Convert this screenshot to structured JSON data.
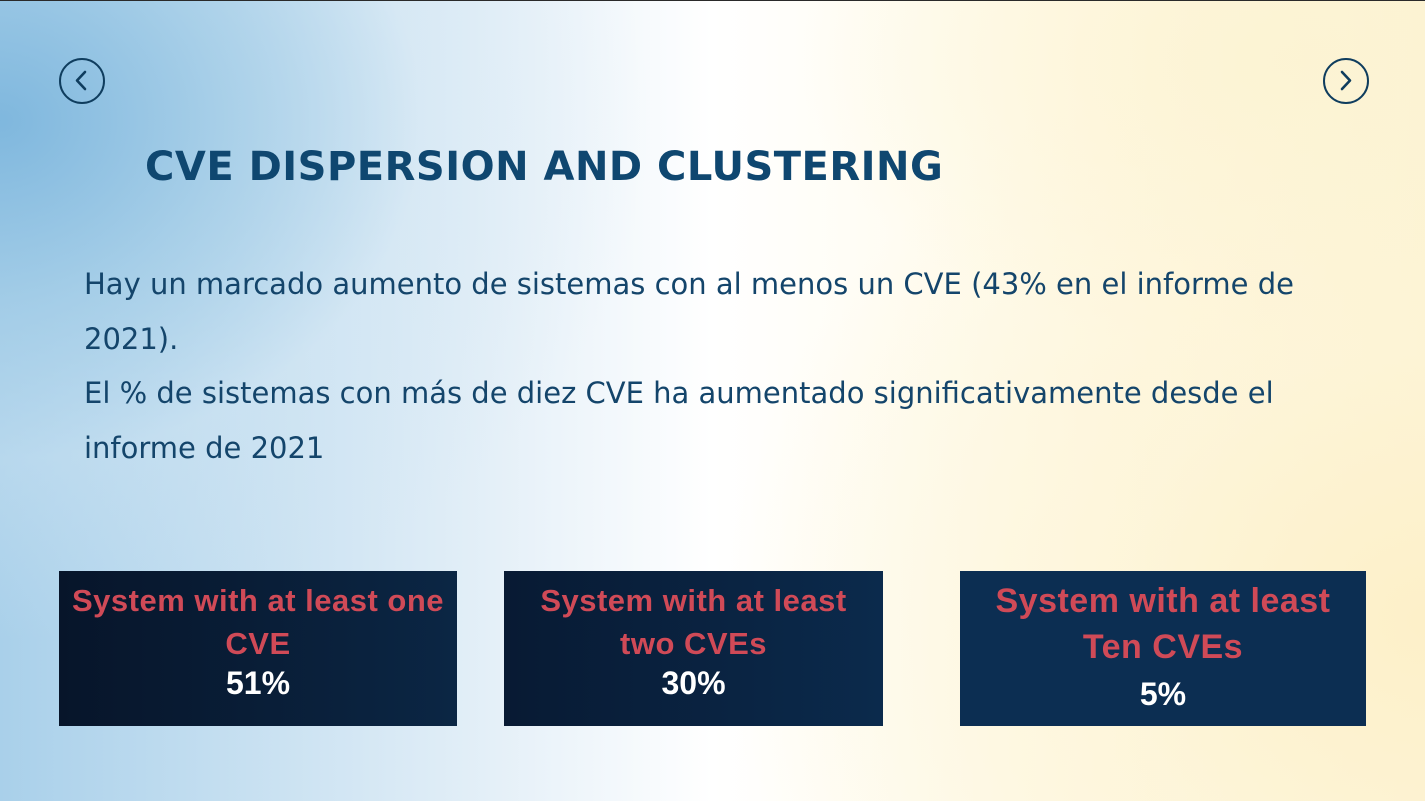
{
  "navigation": {
    "prev_icon": "chevron-left-circle-icon",
    "next_icon": "chevron-right-circle-icon"
  },
  "slide": {
    "title": "CVE DISPERSION AND CLUSTERING",
    "paragraphs": [
      "Hay un marcado aumento de sistemas con al menos un CVE (43% en el informe de 2021).",
      "El % de sistemas con más de diez CVE ha aumentado significativamente desde el informe de 2021"
    ]
  },
  "stats": [
    {
      "label": "System with at least one CVE",
      "value": "51%"
    },
    {
      "label": "System with at least two CVEs",
      "value": "30%"
    },
    {
      "label": "System with at least Ten CVEs",
      "value": "5%"
    }
  ],
  "colors": {
    "title": "#0f4770",
    "body_text": "#14456b",
    "stat_label": "#d04a57",
    "stat_value": "#ffffff",
    "card_bg": "#0c2e52"
  }
}
